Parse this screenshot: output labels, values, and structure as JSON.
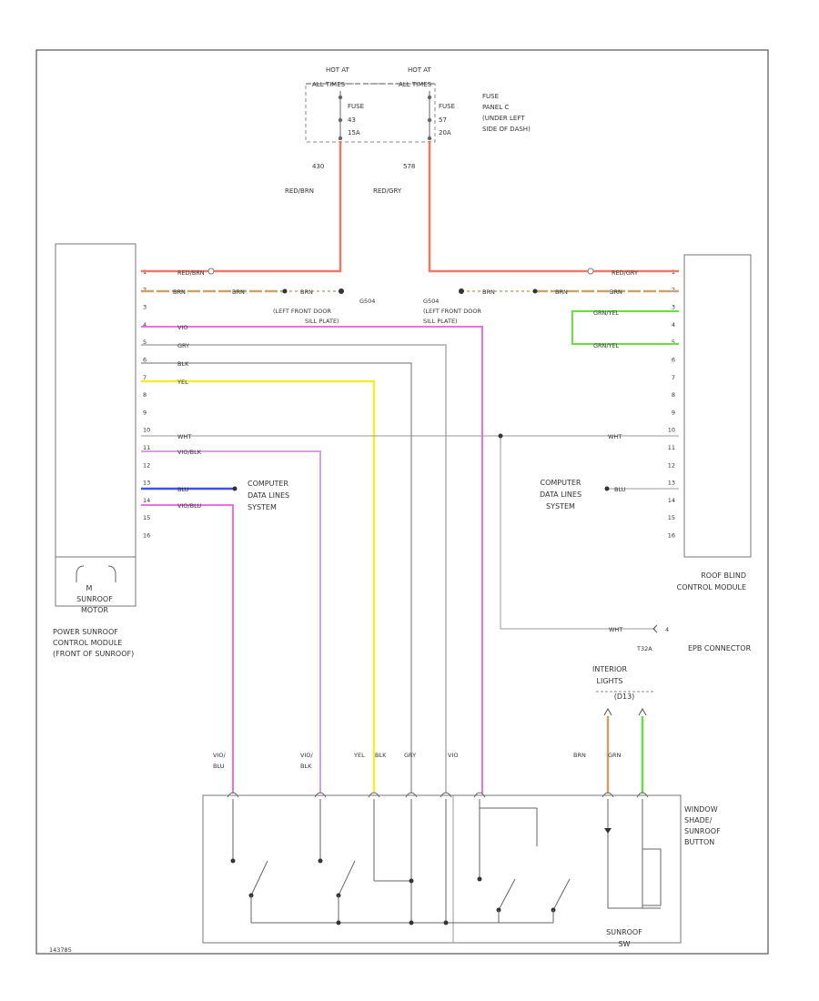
{
  "fuses": {
    "left": {
      "hot_at_1": "HOT AT",
      "hot_at_2": "ALL TIMES",
      "fuse": "FUSE",
      "num": "43",
      "amp": "15A"
    },
    "right": {
      "hot_at_1": "HOT AT",
      "hot_at_2": "ALL TIMES",
      "fuse": "FUSE",
      "num": "57",
      "amp": "20A"
    },
    "panel_note": [
      "FUSE",
      "PANEL C",
      "(UNDER LEFT",
      "SIDE OF DASH)"
    ]
  },
  "wires": {
    "circuit_left": "430",
    "circuit_right": "578",
    "red_brn": "RED/BRN",
    "red_gry": "RED/GRY",
    "brn": "BRN",
    "vio": "VIO",
    "gry": "GRY",
    "blk": "BLK",
    "yel": "YEL",
    "wht": "WHT",
    "vio_blk": "VIO/BLK",
    "blu": "BLU",
    "vio_blu": "VIO/BLU",
    "grn_yel": "GRN/YEL",
    "grn": "GRN"
  },
  "ground": {
    "left_code": "G504",
    "right_code": "G504",
    "desc1": "(LEFT FRONT DOOR",
    "desc2": "SILL PLATE)"
  },
  "pins_left": [
    "1",
    "2",
    "3",
    "4",
    "5",
    "6",
    "7",
    "8",
    "9",
    "10",
    "11",
    "12",
    "13",
    "14",
    "15",
    "16"
  ],
  "pins_right": [
    "1",
    "2",
    "3",
    "4",
    "5",
    "6",
    "7",
    "8",
    "9",
    "10",
    "11",
    "12",
    "13",
    "14",
    "15",
    "16"
  ],
  "modules": {
    "sunroof_motor": [
      "M",
      "SUNROOF",
      "MOTOR"
    ],
    "power_sunroof": [
      "POWER SUNROOF",
      "CONTROL MODULE",
      "(FRONT OF SUNROOF)"
    ],
    "roof_blind": [
      "ROOF BLIND",
      "CONTROL MODULE"
    ],
    "computer_left": [
      "COMPUTER",
      "DATA LINES",
      "SYSTEM"
    ],
    "computer_right": [
      "COMPUTER",
      "DATA LINES",
      "SYSTEM"
    ],
    "connector_code": "T32A",
    "connector_name": "EPB CONNECTOR",
    "interior_lights": [
      "INTERIOR",
      "LIGHTS",
      "(D13)"
    ],
    "button": [
      "WINDOW",
      "SHADE/",
      "SUNROOF",
      "BUTTON"
    ],
    "sunroof_bottom": [
      "SUNROOF",
      "SW"
    ]
  },
  "bottom_labels": [
    {
      "top": "VIO/",
      "bottom": "BLU"
    },
    {
      "top": "VIO/",
      "bottom": "BLK"
    },
    {
      "top": "YEL",
      "bottom": ""
    },
    {
      "top": "BLK",
      "bottom": ""
    },
    {
      "top": "GRY",
      "bottom": ""
    },
    {
      "top": "VIO",
      "bottom": ""
    },
    {
      "top": "BRN",
      "bottom": ""
    },
    {
      "top": "GRN",
      "bottom": ""
    }
  ],
  "footer_code": "143785",
  "colors": {
    "red": "#f07a6a",
    "brn": "#c8a46a",
    "vio": "#ee6ee8",
    "vio_light": "#d8a0e0",
    "yel": "#f2ef33",
    "blu": "#3c52f0",
    "grn": "#66e040",
    "gray_line": "#999999",
    "frame": "#555555"
  }
}
